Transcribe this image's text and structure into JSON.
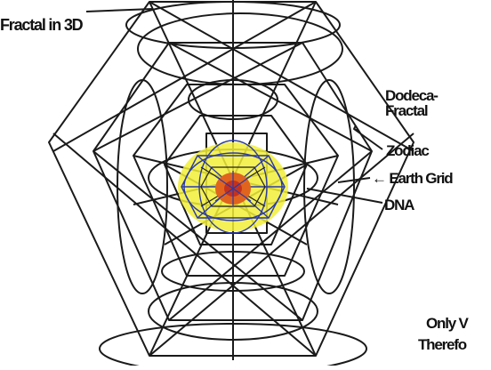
{
  "labels": {
    "title": "Fractal in 3D",
    "dodeca_line1": "Dodeca-",
    "dodeca_line2": "Fractal",
    "zodiac": "Zodiac",
    "earth_grid": "← Earth Grid",
    "dna": "DNA",
    "only": "Only V",
    "therefore": "Therefo"
  },
  "colors": {
    "line": "#1a1a1a",
    "core_yellow": "#f2ee3a",
    "core_orange": "#e0641e",
    "core_red": "#c4321e",
    "core_blue": "#2a3aa8"
  }
}
